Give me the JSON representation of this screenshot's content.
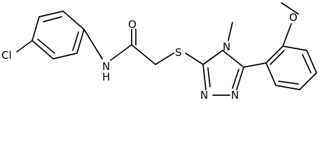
{
  "molecule": {
    "atoms": {
      "chlorine": "Cl",
      "amide_nitrogen": "N",
      "amide_hydrogen": "H",
      "carbonyl_oxygen": "O",
      "sulfur": "S",
      "ring_methyl_nitrogen": "N",
      "ring_nitrogen_1": "N",
      "ring_nitrogen_2": "N",
      "methoxy_oxygen": "O"
    }
  }
}
